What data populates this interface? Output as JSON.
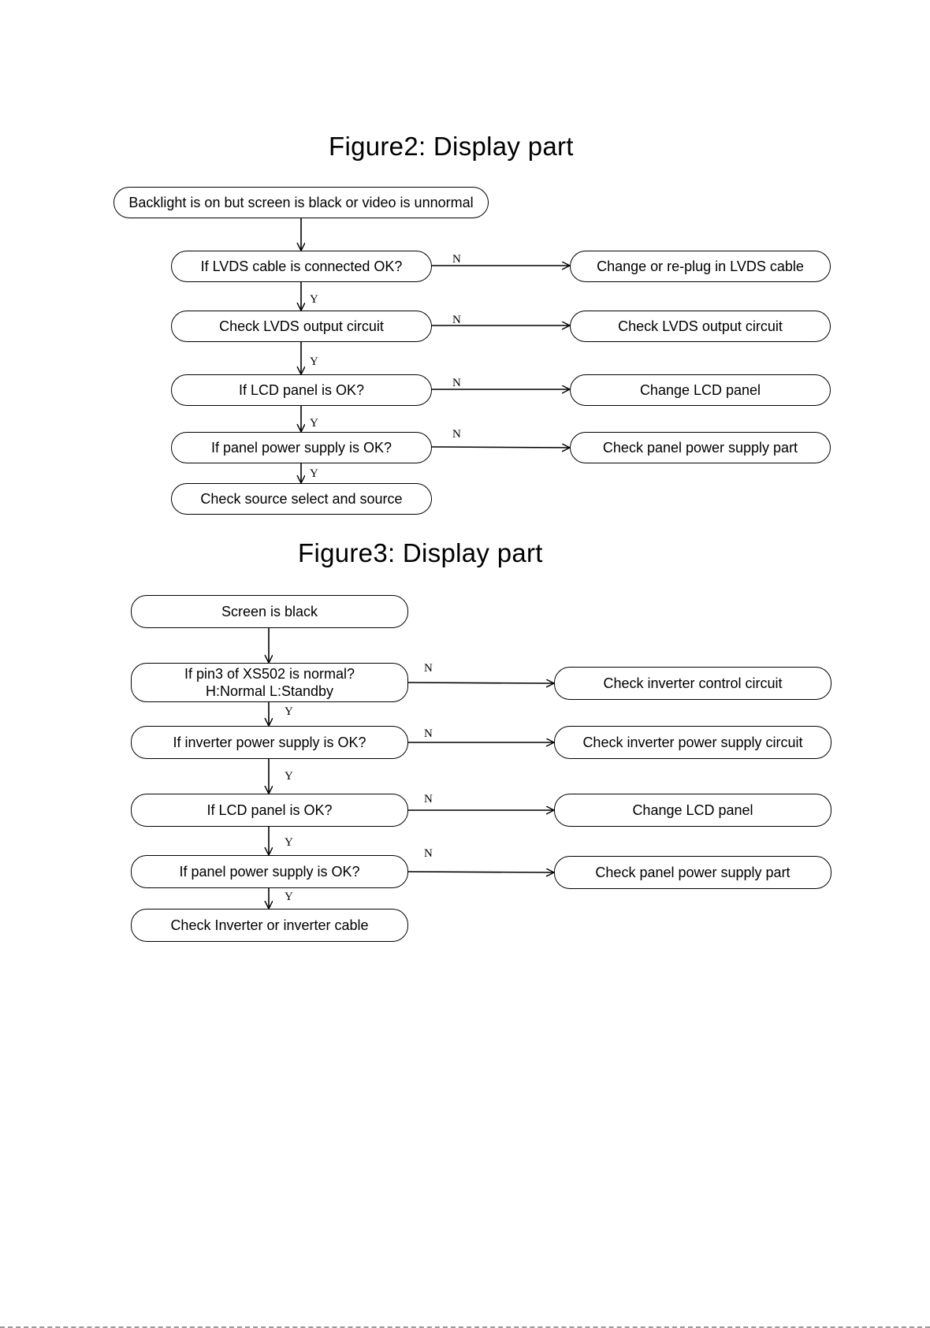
{
  "figure2": {
    "title": "Figure2:  Display part",
    "start": "Backlight is on but screen is black or  video is unnormal",
    "steps": [
      "If LVDS cable is connected OK?",
      "Check LVDS output circuit",
      "If LCD panel is OK?",
      "If panel power supply is OK?",
      "Check source select and source"
    ],
    "actions": [
      "Change or re-plug in LVDS cable",
      "Check LVDS output circuit",
      "Change LCD panel",
      "Check panel power supply part"
    ]
  },
  "figure3": {
    "title": "Figure3:  Display part",
    "start": "Screen is black",
    "step1_line1": "If pin3 of XS502 is normal?",
    "step1_line2": "H:Normal  L:Standby",
    "steps": [
      "If inverter power supply is OK?",
      "If LCD panel is OK?",
      "If panel power supply is OK?",
      "Check Inverter  or inverter cable"
    ],
    "actions": [
      "Check inverter control circuit",
      "Check inverter power supply circuit",
      "Change LCD panel",
      "Check panel power supply part"
    ]
  },
  "labels": {
    "yes": "Y",
    "no": "N"
  }
}
